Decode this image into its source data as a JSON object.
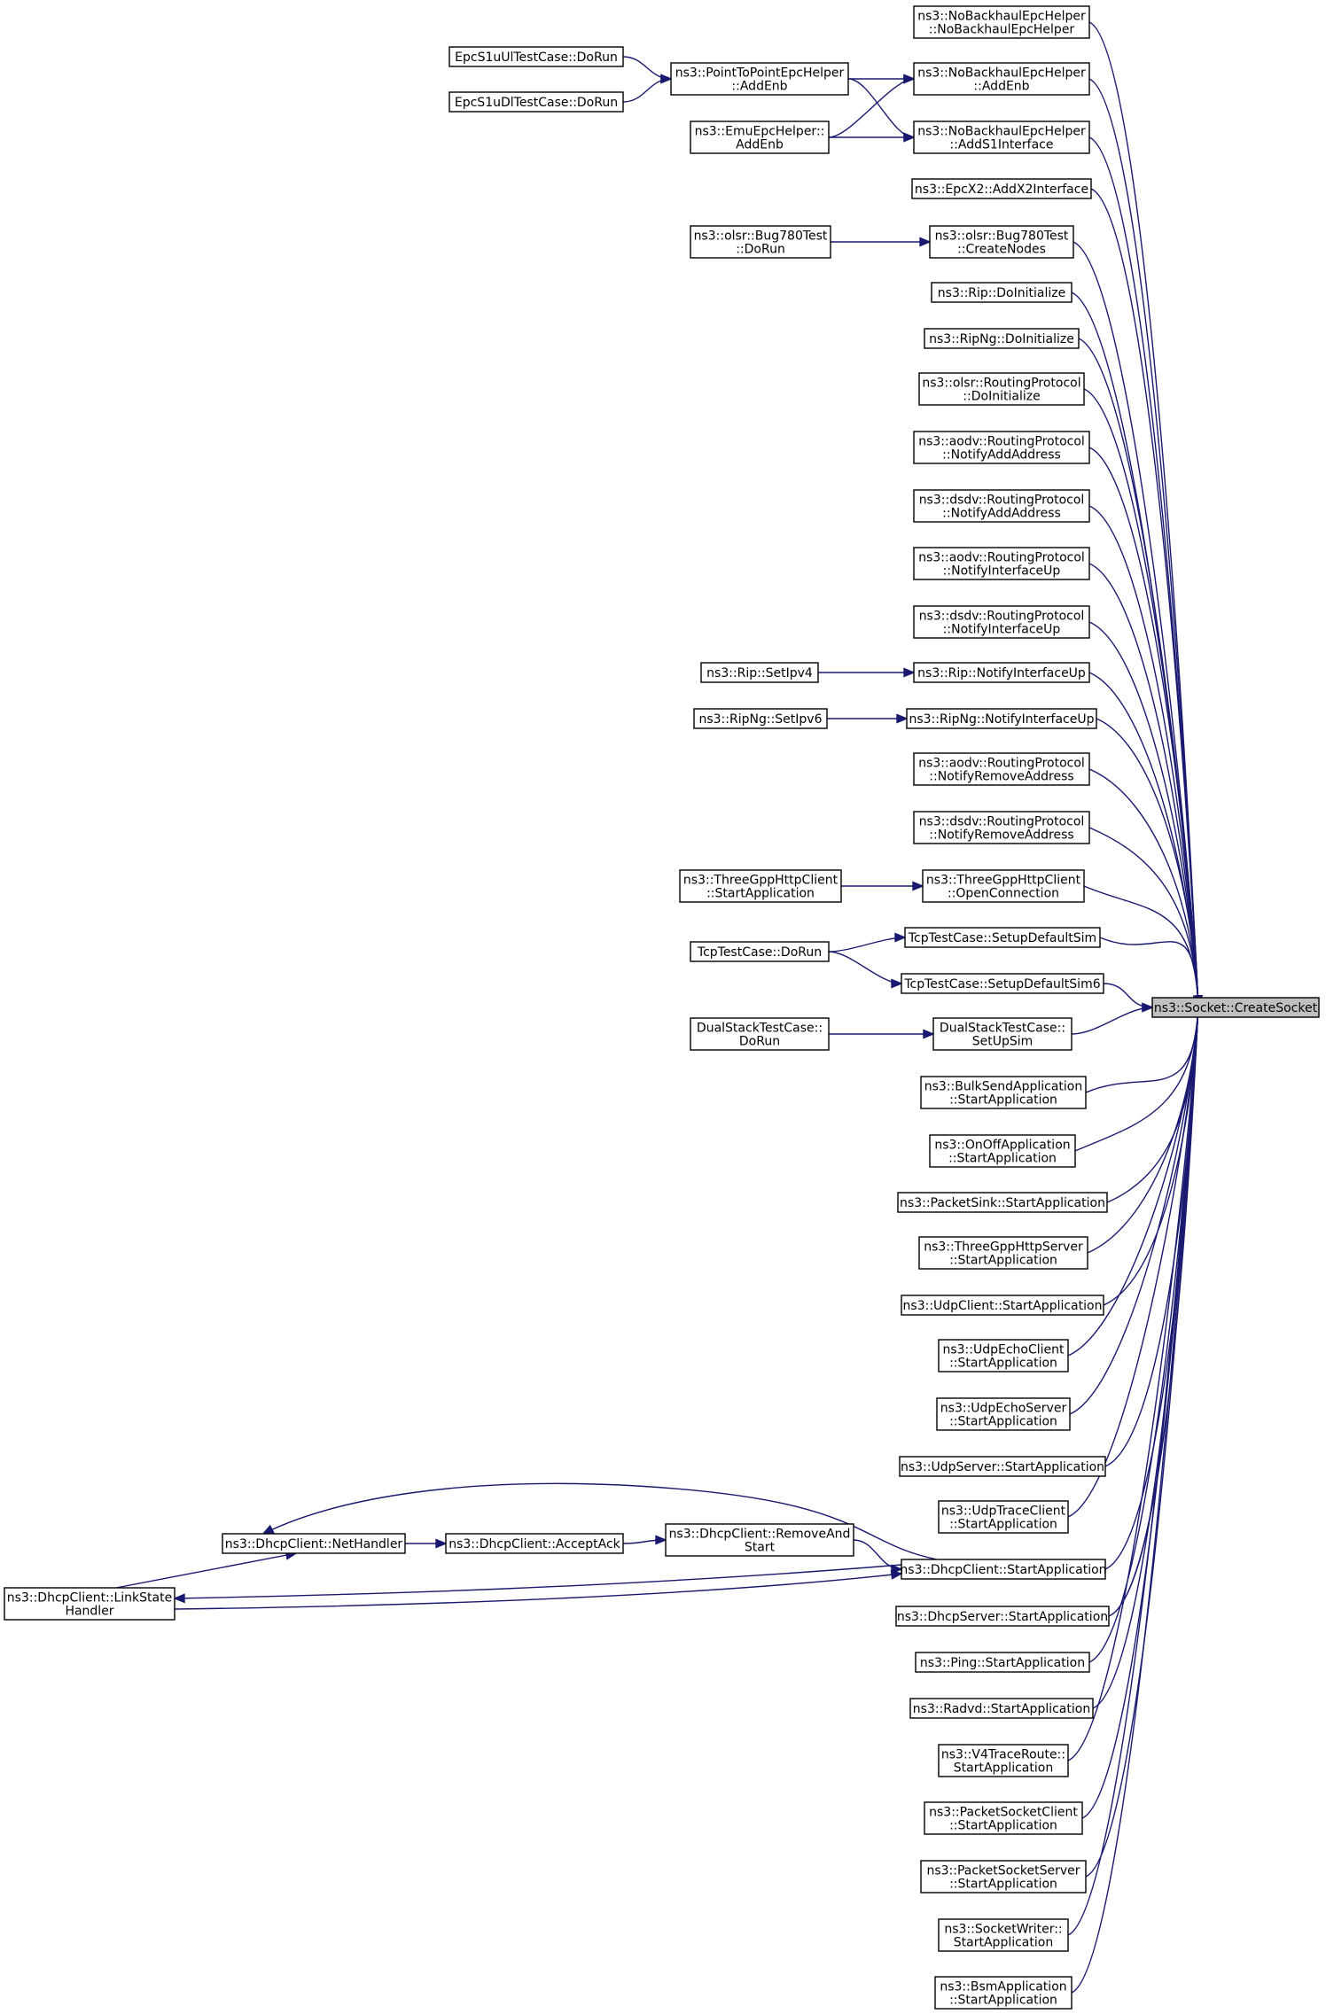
{
  "colors": {
    "edge": "#191970",
    "node_border": "#000000",
    "highlight_fill": "#bfbfbf",
    "background": "#ffffff"
  },
  "nodes": [
    {
      "id": "target",
      "lines": [
        "ns3::Socket::CreateSocket"
      ],
      "highlight": true
    },
    {
      "id": "nb_helper",
      "lines": [
        "ns3::NoBackhaulEpcHelper",
        "::NoBackhaulEpcHelper"
      ]
    },
    {
      "id": "nb_addenb",
      "lines": [
        "ns3::NoBackhaulEpcHelper",
        "::AddEnb"
      ]
    },
    {
      "id": "nb_adds1",
      "lines": [
        "ns3::NoBackhaulEpcHelper",
        "::AddS1Interface"
      ]
    },
    {
      "id": "epcx2",
      "lines": [
        "ns3::EpcX2::AddX2Interface"
      ]
    },
    {
      "id": "olsr_bug_create",
      "lines": [
        "ns3::olsr::Bug780Test",
        "::CreateNodes"
      ]
    },
    {
      "id": "rip_init",
      "lines": [
        "ns3::Rip::DoInitialize"
      ]
    },
    {
      "id": "ripng_init",
      "lines": [
        "ns3::RipNg::DoInitialize"
      ]
    },
    {
      "id": "olsr_rp_init",
      "lines": [
        "ns3::olsr::RoutingProtocol",
        "::DoInitialize"
      ]
    },
    {
      "id": "aodv_add",
      "lines": [
        "ns3::aodv::RoutingProtocol",
        "::NotifyAddAddress"
      ]
    },
    {
      "id": "dsdv_add",
      "lines": [
        "ns3::dsdv::RoutingProtocol",
        "::NotifyAddAddress"
      ]
    },
    {
      "id": "aodv_up",
      "lines": [
        "ns3::aodv::RoutingProtocol",
        "::NotifyInterfaceUp"
      ]
    },
    {
      "id": "dsdv_up",
      "lines": [
        "ns3::dsdv::RoutingProtocol",
        "::NotifyInterfaceUp"
      ]
    },
    {
      "id": "rip_up",
      "lines": [
        "ns3::Rip::NotifyInterfaceUp"
      ]
    },
    {
      "id": "ripng_up",
      "lines": [
        "ns3::RipNg::NotifyInterfaceUp"
      ]
    },
    {
      "id": "aodv_rm",
      "lines": [
        "ns3::aodv::RoutingProtocol",
        "::NotifyRemoveAddress"
      ]
    },
    {
      "id": "dsdv_rm",
      "lines": [
        "ns3::dsdv::RoutingProtocol",
        "::NotifyRemoveAddress"
      ]
    },
    {
      "id": "tgpp_open",
      "lines": [
        "ns3::ThreeGppHttpClient",
        "::OpenConnection"
      ]
    },
    {
      "id": "tcp_sim",
      "lines": [
        "TcpTestCase::SetupDefaultSim"
      ]
    },
    {
      "id": "tcp_sim6",
      "lines": [
        "TcpTestCase::SetupDefaultSim6"
      ]
    },
    {
      "id": "dual_setup",
      "lines": [
        "DualStackTestCase::",
        "SetUpSim"
      ]
    },
    {
      "id": "bulk",
      "lines": [
        "ns3::BulkSendApplication",
        "::StartApplication"
      ]
    },
    {
      "id": "onoff",
      "lines": [
        "ns3::OnOffApplication",
        "::StartApplication"
      ]
    },
    {
      "id": "sink",
      "lines": [
        "ns3::PacketSink::StartApplication"
      ]
    },
    {
      "id": "tgpp_server",
      "lines": [
        "ns3::ThreeGppHttpServer",
        "::StartApplication"
      ]
    },
    {
      "id": "udpclient",
      "lines": [
        "ns3::UdpClient::StartApplication"
      ]
    },
    {
      "id": "echoclient",
      "lines": [
        "ns3::UdpEchoClient",
        "::StartApplication"
      ]
    },
    {
      "id": "echoserver",
      "lines": [
        "ns3::UdpEchoServer",
        "::StartApplication"
      ]
    },
    {
      "id": "udpserver",
      "lines": [
        "ns3::UdpServer::StartApplication"
      ]
    },
    {
      "id": "udptrace",
      "lines": [
        "ns3::UdpTraceClient",
        "::StartApplication"
      ]
    },
    {
      "id": "dhcpclient_start",
      "lines": [
        "ns3::DhcpClient::StartApplication"
      ]
    },
    {
      "id": "dhcpserver_start",
      "lines": [
        "ns3::DhcpServer::StartApplication"
      ]
    },
    {
      "id": "ping",
      "lines": [
        "ns3::Ping::StartApplication"
      ]
    },
    {
      "id": "radvd",
      "lines": [
        "ns3::Radvd::StartApplication"
      ]
    },
    {
      "id": "v4trace",
      "lines": [
        "ns3::V4TraceRoute::",
        "StartApplication"
      ]
    },
    {
      "id": "psclient",
      "lines": [
        "ns3::PacketSocketClient",
        "::StartApplication"
      ]
    },
    {
      "id": "psserver",
      "lines": [
        "ns3::PacketSocketServer",
        "::StartApplication"
      ]
    },
    {
      "id": "sockwriter",
      "lines": [
        "ns3::SocketWriter::",
        "StartApplication"
      ]
    },
    {
      "id": "bsm",
      "lines": [
        "ns3::BsmApplication",
        "::StartApplication"
      ]
    },
    {
      "id": "p2p_addenb",
      "lines": [
        "ns3::PointToPointEpcHelper",
        "::AddEnb"
      ]
    },
    {
      "id": "emu_addenb",
      "lines": [
        "ns3::EmuEpcHelper::",
        "AddEnb"
      ]
    },
    {
      "id": "olsr_bug_run",
      "lines": [
        "ns3::olsr::Bug780Test",
        "::DoRun"
      ]
    },
    {
      "id": "rip_setipv4",
      "lines": [
        "ns3::Rip::SetIpv4"
      ]
    },
    {
      "id": "ripng_setipv6",
      "lines": [
        "ns3::RipNg::SetIpv6"
      ]
    },
    {
      "id": "tgpp_start",
      "lines": [
        "ns3::ThreeGppHttpClient",
        "::StartApplication"
      ]
    },
    {
      "id": "tcp_run",
      "lines": [
        "TcpTestCase::DoRun"
      ]
    },
    {
      "id": "dual_run",
      "lines": [
        "DualStackTestCase::",
        "DoRun"
      ]
    },
    {
      "id": "dhcp_remove",
      "lines": [
        "ns3::DhcpClient::RemoveAnd",
        "Start"
      ]
    },
    {
      "id": "ul_run",
      "lines": [
        "EpcS1uUlTestCase::DoRun"
      ]
    },
    {
      "id": "dl_run",
      "lines": [
        "EpcS1uDlTestCase::DoRun"
      ]
    },
    {
      "id": "dhcp_accept",
      "lines": [
        "ns3::DhcpClient::AcceptAck"
      ]
    },
    {
      "id": "dhcp_net",
      "lines": [
        "ns3::DhcpClient::NetHandler"
      ]
    },
    {
      "id": "dhcp_link",
      "lines": [
        "ns3::DhcpClient::LinkState",
        "Handler"
      ]
    }
  ],
  "edges": [
    [
      "nb_helper",
      "target"
    ],
    [
      "nb_addenb",
      "target"
    ],
    [
      "nb_adds1",
      "target"
    ],
    [
      "epcx2",
      "target"
    ],
    [
      "olsr_bug_create",
      "target"
    ],
    [
      "rip_init",
      "target"
    ],
    [
      "ripng_init",
      "target"
    ],
    [
      "olsr_rp_init",
      "target"
    ],
    [
      "aodv_add",
      "target"
    ],
    [
      "dsdv_add",
      "target"
    ],
    [
      "aodv_up",
      "target"
    ],
    [
      "dsdv_up",
      "target"
    ],
    [
      "rip_up",
      "target"
    ],
    [
      "ripng_up",
      "target"
    ],
    [
      "aodv_rm",
      "target"
    ],
    [
      "dsdv_rm",
      "target"
    ],
    [
      "tgpp_open",
      "target"
    ],
    [
      "tcp_sim",
      "target"
    ],
    [
      "tcp_sim6",
      "target"
    ],
    [
      "dual_setup",
      "target"
    ],
    [
      "bulk",
      "target"
    ],
    [
      "onoff",
      "target"
    ],
    [
      "sink",
      "target"
    ],
    [
      "tgpp_server",
      "target"
    ],
    [
      "udpclient",
      "target"
    ],
    [
      "echoclient",
      "target"
    ],
    [
      "echoserver",
      "target"
    ],
    [
      "udpserver",
      "target"
    ],
    [
      "udptrace",
      "target"
    ],
    [
      "dhcpclient_start",
      "target"
    ],
    [
      "dhcpserver_start",
      "target"
    ],
    [
      "ping",
      "target"
    ],
    [
      "radvd",
      "target"
    ],
    [
      "v4trace",
      "target"
    ],
    [
      "psclient",
      "target"
    ],
    [
      "psserver",
      "target"
    ],
    [
      "sockwriter",
      "target"
    ],
    [
      "bsm",
      "target"
    ],
    [
      "p2p_addenb",
      "nb_addenb"
    ],
    [
      "p2p_addenb",
      "nb_adds1"
    ],
    [
      "emu_addenb",
      "nb_addenb"
    ],
    [
      "emu_addenb",
      "nb_adds1"
    ],
    [
      "ul_run",
      "p2p_addenb"
    ],
    [
      "dl_run",
      "p2p_addenb"
    ],
    [
      "olsr_bug_run",
      "olsr_bug_create"
    ],
    [
      "rip_setipv4",
      "rip_up"
    ],
    [
      "ripng_setipv6",
      "ripng_up"
    ],
    [
      "tgpp_start",
      "tgpp_open"
    ],
    [
      "tcp_run",
      "tcp_sim"
    ],
    [
      "tcp_run",
      "tcp_sim6"
    ],
    [
      "dual_run",
      "dual_setup"
    ],
    [
      "dhcp_remove",
      "dhcpclient_start"
    ],
    [
      "dhcp_accept",
      "dhcp_remove"
    ],
    [
      "dhcp_net",
      "dhcp_accept"
    ],
    [
      "dhcp_link",
      "dhcp_net"
    ],
    [
      "dhcpclient_start",
      "dhcp_net"
    ],
    [
      "dhcpclient_start",
      "dhcp_link"
    ],
    [
      "dhcp_link",
      "dhcpclient_start"
    ]
  ]
}
